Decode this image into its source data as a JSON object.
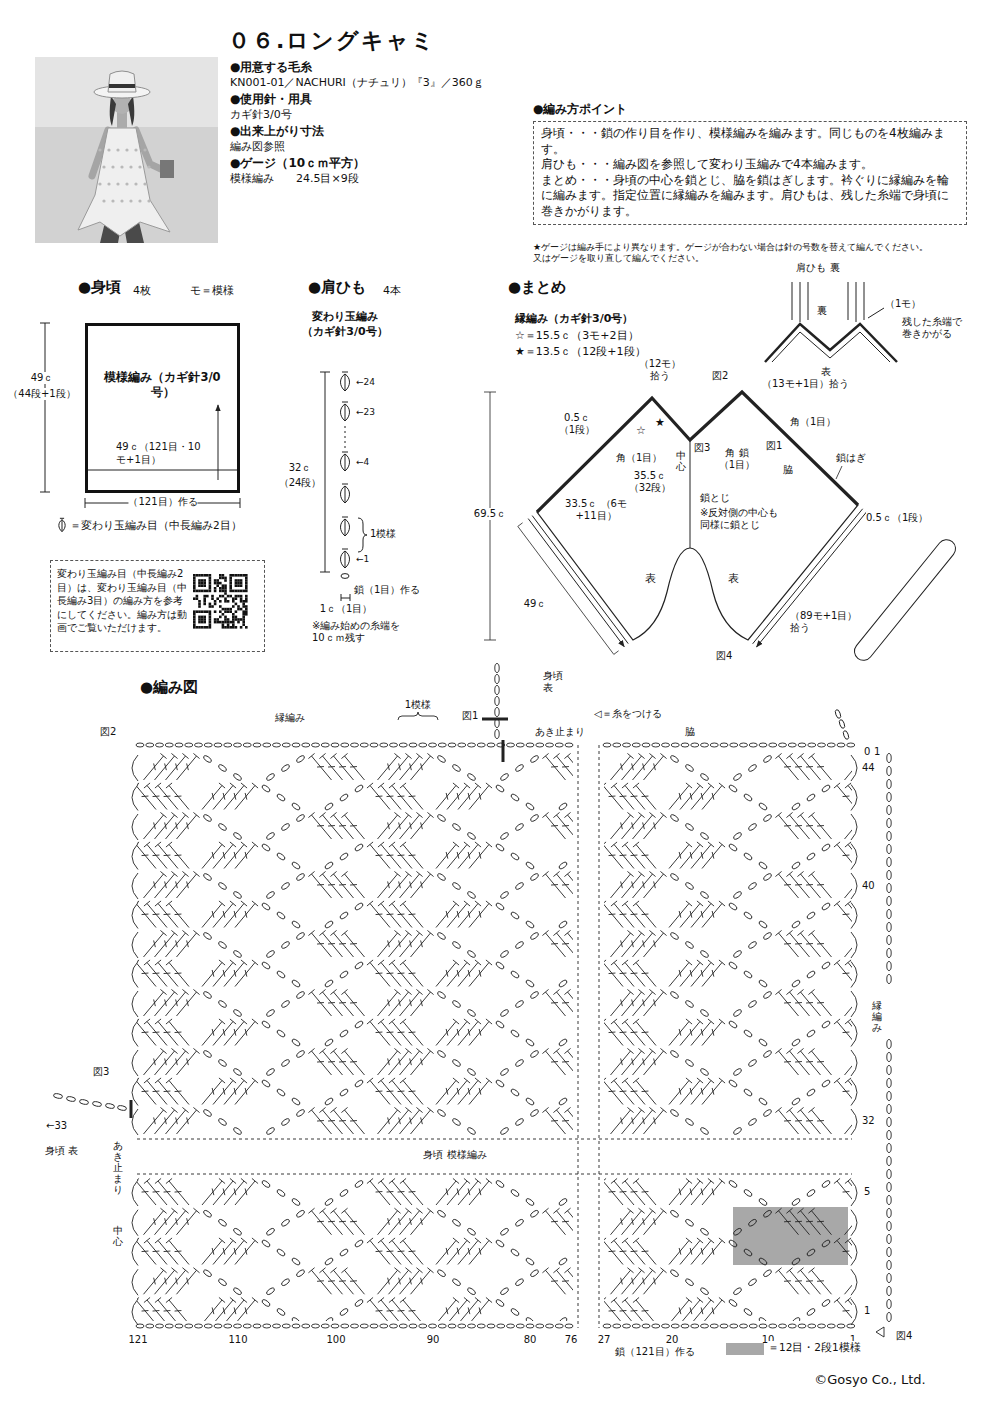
{
  "diagram": {
    "title": "０６.ロングキャミ",
    "nodes": [
      {
        "text": [
          "模様編み（カギ針3/0号）",
          "49ｃ（121目・10モ+1目）"
        ]
      },
      {
        "text": [
          "●編み方ポイント",
          "身頃・・・鎖の作り目を作り、模様編みを編みます。同じものを4枚編みます。",
          "肩ひも・・・編み図を参照して変わり玉編みで4本編みます。",
          "まとめ・・・身頃の中心を鎖とじ、脇を鎖はぎします。衿ぐりに縁編みを輪に編みます。指定位置に縁編みを編みます。肩ひもは、残した糸端で身頃に巻きかがります。"
        ]
      },
      {
        "text": [
          "変わり玉編み目（中長編み2目）は、変わり玉編み目（中長編み3目）の編み方を参考にしてください。編み方は動画でご覧いただけます。"
        ]
      }
    ],
    "labels": [
      "●用意する毛糸",
      "KN001-01／NACHURI（ナチュリ）『3』／360ｇ",
      "●使用針・用具",
      "カギ針3/0号",
      "●出来上がり寸法",
      "編み図参照",
      "●ゲージ（10ｃｍ平方）",
      "模様編み　　24.5目×9段",
      "★ゲージは編み手により異なります。ゲージが合わない場合は針の号数を替えて編んでください。又はゲージを取り直して編んでください。",
      "●身頃",
      "4枚",
      "モ＝模様",
      "49ｃ",
      "（44段+1段）",
      "（121目）作る",
      "●肩ひも",
      "4本",
      "変わり玉編み",
      "（カギ針3/0号）",
      "←24",
      "←23",
      "32ｃ",
      "（24段）",
      "←4",
      "1模様",
      "←1",
      "鎖（1目）作る",
      "1ｃ（1目）",
      "※編み始めの糸端を 10ｃｍ残す",
      "●まとめ",
      "縁編み（カギ針3/0号）",
      "☆＝15.5ｃ（3モ+2目）",
      "★＝13.5ｃ（12段+1段）",
      "肩ひも 裏",
      "裏",
      "（1モ）",
      "残した糸端で 巻きかがる",
      "表",
      "（12モ） 拾う",
      "図2",
      "（13モ+1目）拾う",
      "0.5ｃ （1段）",
      "☆",
      "★",
      "図3",
      "角（1目）",
      "図1",
      "角 鎖（1目）",
      "角（1目）",
      "中心",
      "脇",
      "鎖はぎ",
      "33.5ｃ （6モ+11目）",
      "35.5ｃ （32段）",
      "鎖とじ",
      "※反対側の中心も 同様に鎖とじ",
      "0.5ｃ（1段）",
      "69.5ｃ",
      "49ｃ",
      "表",
      "表",
      "（89モ+1目） 拾う",
      "図4",
      "●編み図",
      "身頃 表",
      "縁編み",
      "1模様",
      "図1",
      "◁＝糸をつける",
      "あき止まり",
      "図2",
      "脇",
      "0",
      "1",
      "44",
      "40",
      "32",
      "5",
      "1",
      "縁編み",
      "図3",
      "←33",
      "身頃 表",
      "あき止まり",
      "中心",
      "身頃 模様編み",
      "121",
      "110",
      "100",
      "90",
      "80",
      "76",
      "27",
      "20",
      "10",
      "1",
      "鎖（121目）作る",
      "図4",
      "©Gosyo Co., Ltd."
    ],
    "legend": [
      {
        "text": "＝変わり玉編み目（中長編み2目）"
      },
      {
        "text": "＝12目・2段1模様",
        "color": "#a8a8a8"
      }
    ]
  }
}
